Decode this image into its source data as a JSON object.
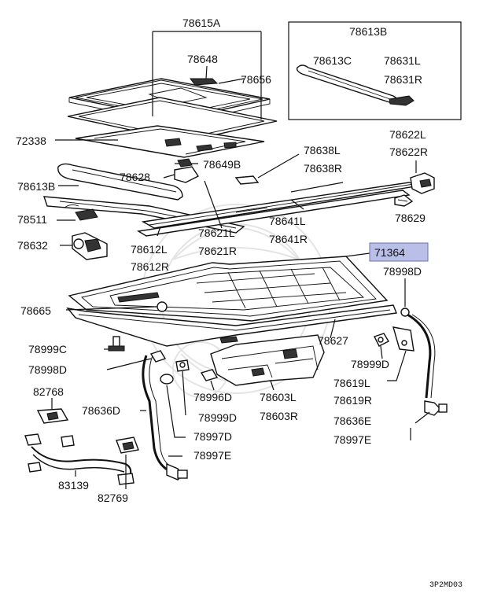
{
  "labels": {
    "p78615A": "78615A",
    "p78648": "78648",
    "p78656": "78656",
    "p78613B_inset": "78613B",
    "p78613C": "78613C",
    "p78631L": "78631L",
    "p78631R": "78631R",
    "p72338": "72338",
    "p78649B": "78649B",
    "p78638L": "78638L",
    "p78638R": "78638R",
    "p78622L": "78622L",
    "p78622R": "78622R",
    "p78613B": "78613B",
    "p78628": "78628",
    "p78629": "78629",
    "p78511": "78511",
    "p78641L": "78641L",
    "p78641R": "78641R",
    "p78632": "78632",
    "p78621L": "78621L",
    "p78621R": "78621R",
    "p78612L": "78612L",
    "p78612R": "78612R",
    "p71364": "71364",
    "p78998D_r": "78998D",
    "p78665": "78665",
    "p78627": "78627",
    "p78999C": "78999C",
    "p78998D_l": "78998D",
    "p78999D_r": "78999D",
    "p78996D": "78996D",
    "p78603L": "78603L",
    "p78603R": "78603R",
    "p78619L": "78619L",
    "p78619R": "78619R",
    "p82768": "82768",
    "p78636D": "78636D",
    "p78999D_l": "78999D",
    "p78636E": "78636E",
    "p78997D": "78997D",
    "p78997E_r": "78997E",
    "p78997E_l": "78997E",
    "p83139": "83139",
    "p82769": "82769"
  },
  "diagram_code": "3P2MD03",
  "colors": {
    "highlight": "#b9bfe6",
    "ink": "#111111"
  }
}
